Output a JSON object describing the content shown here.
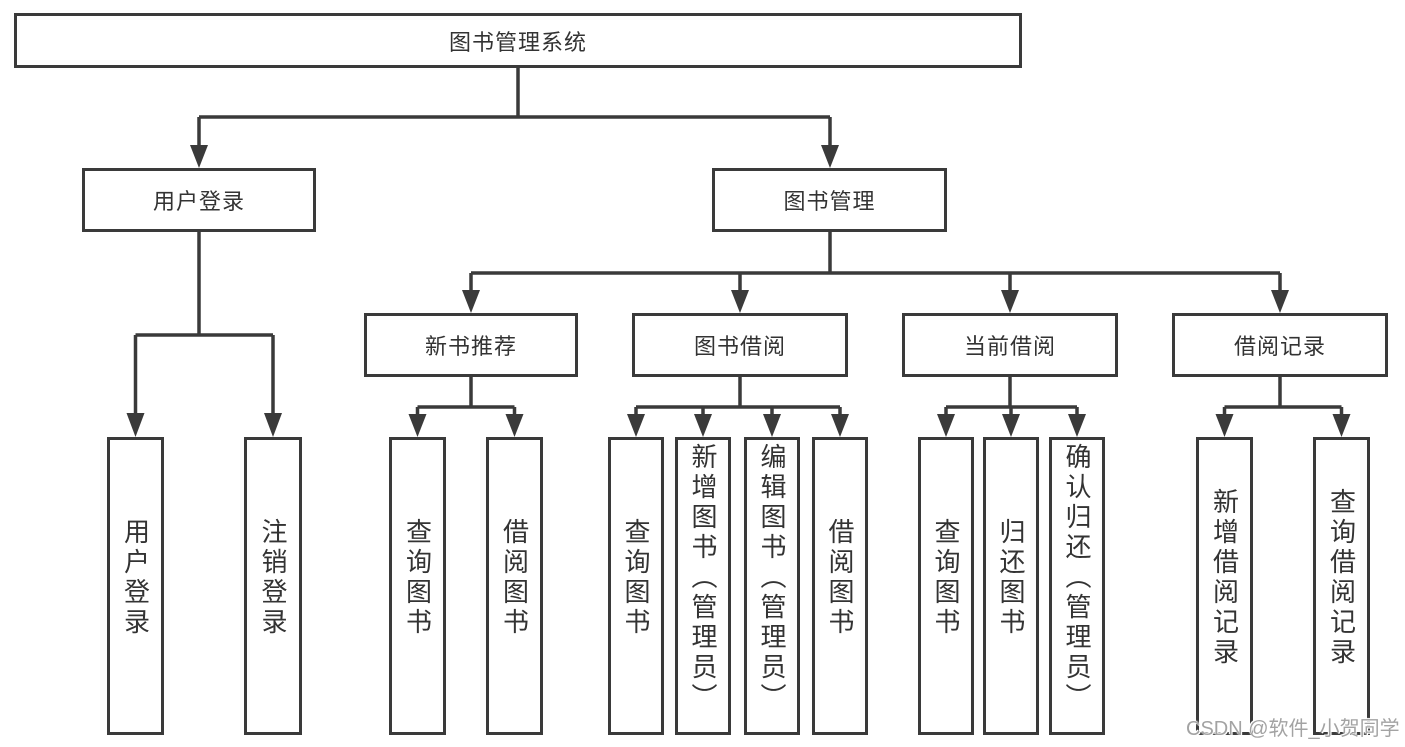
{
  "title": "图书管理系统",
  "branches": {
    "user": {
      "label": "用户登录",
      "children": [
        "用户登录",
        "注销登录"
      ]
    },
    "books": {
      "label": "图书管理",
      "groups": [
        {
          "label": "新书推荐",
          "children": [
            "查询图书",
            "借阅图书"
          ]
        },
        {
          "label": "图书借阅",
          "children": [
            "查询图书",
            "新增图书（管理员）",
            "编辑图书（管理员）",
            "借阅图书"
          ]
        },
        {
          "label": "当前借阅",
          "children": [
            "查询图书",
            "归还图书",
            "确认归还（管理员）"
          ]
        },
        {
          "label": "借阅记录",
          "children": [
            "新增借阅记录",
            "查询借阅记录"
          ]
        }
      ]
    }
  },
  "watermark": "CSDN @软件_小贺同学",
  "colors": {
    "line": "#3a3a3a",
    "text": "#333333",
    "watermark": "#a3a3a3",
    "background": "#ffffff"
  }
}
